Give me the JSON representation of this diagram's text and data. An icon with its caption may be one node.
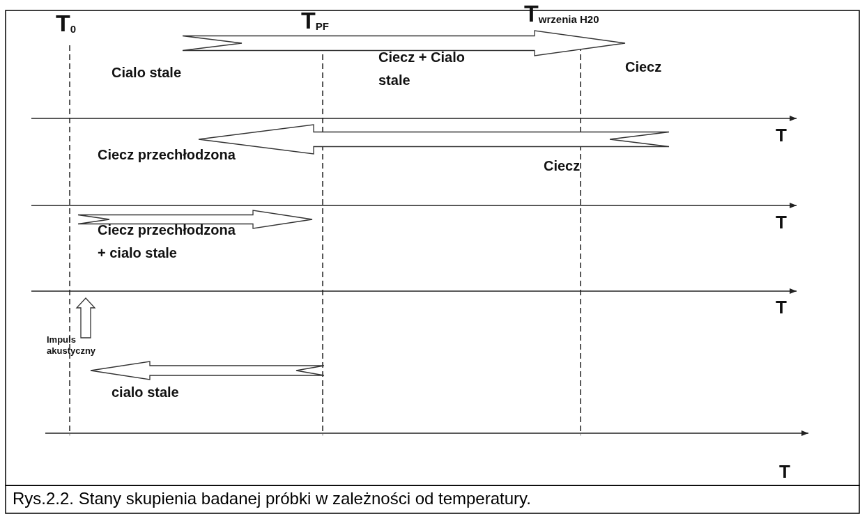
{
  "diagram": {
    "caption": "Rys.2.2. Stany skupienia badanej próbki w zależności od temperatury.",
    "labels": [
      "T$_{0}$",
      "T$_{PF}$",
      "T$_{wrzenia H20}$",
      "Cialo stale",
      "Ciecz + Cialo stale",
      "Ciecz",
      "T",
      "Ciecz przechłodzona",
      "Ciecz",
      "T",
      "Ciecz przechłodzona + cialo stale",
      "T",
      "Impuls akustyczny",
      "cialo stale",
      "T"
    ]
  }
}
